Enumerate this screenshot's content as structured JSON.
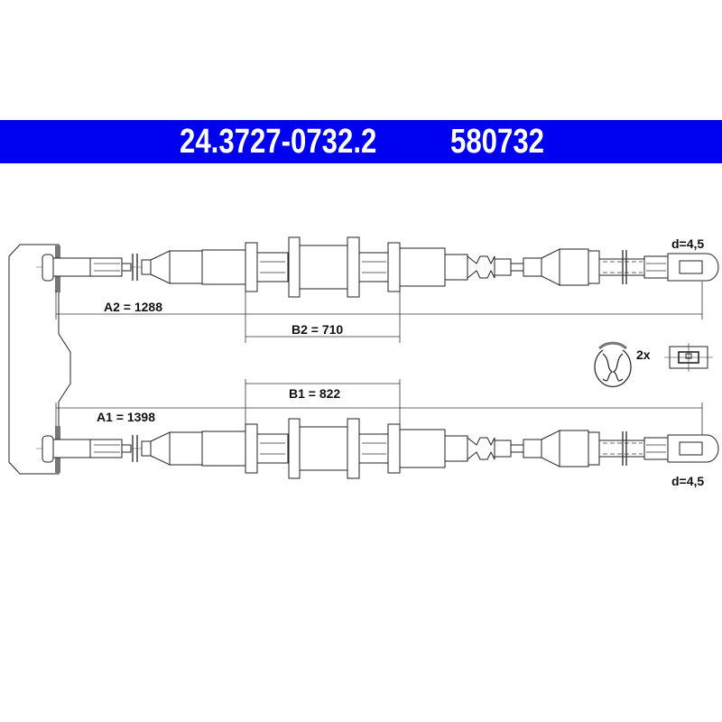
{
  "header": {
    "part_number": "24.3727-0732.2",
    "ref_number": "580732",
    "background_color": "#0000f0"
  },
  "dimensions": {
    "a2": "A2 = 1288",
    "b2": "B2 = 710",
    "b1": "B1 = 822",
    "a1": "A1 = 1398",
    "eyelet_top": "d=4,5",
    "eyelet_bottom": "d=4,5"
  },
  "clip": {
    "quantity": "2x"
  }
}
